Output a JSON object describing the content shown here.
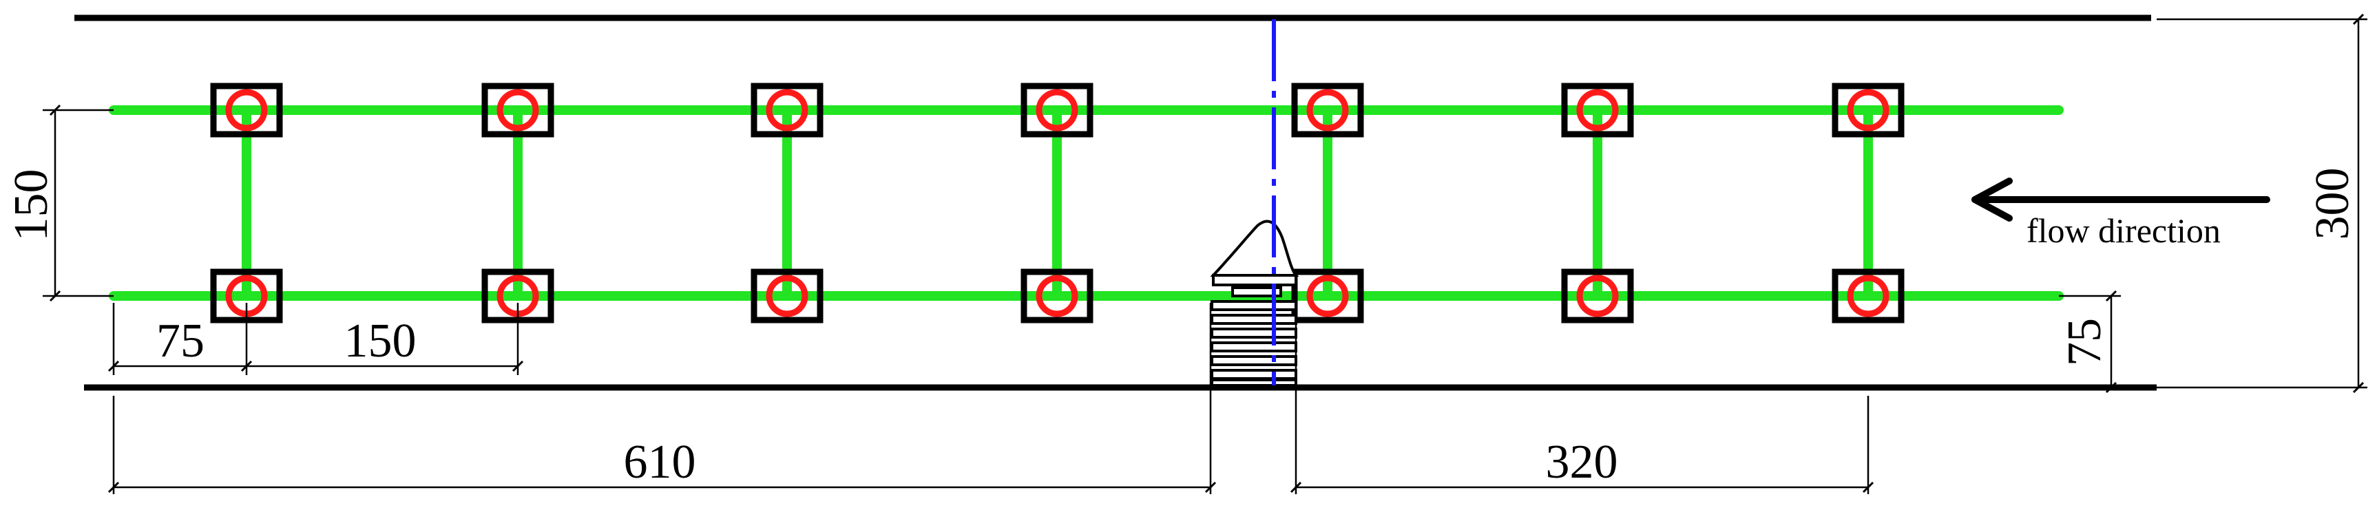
{
  "labels": {
    "flow_direction": "flow direction"
  },
  "dimensions": {
    "spacing_vertical": "150",
    "spacing_horizontal": "150",
    "edge_offset": "75",
    "channel_width": "300",
    "bottom_offset": "75",
    "left_length": "610",
    "right_length": "320"
  },
  "colors": {
    "pipe": "#22e422",
    "ring": "#ff1a1a",
    "frame": "#000000",
    "centerline": "#1a1aff",
    "wall": "#000000"
  }
}
